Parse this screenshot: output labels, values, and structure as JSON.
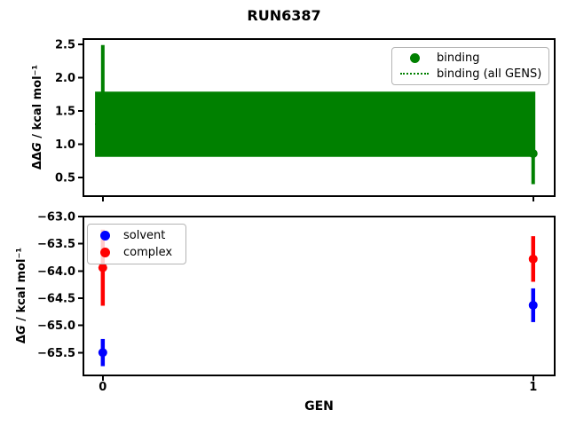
{
  "title": "RUN6387",
  "colors": {
    "binding": "#008000",
    "solvent": "#0000ff",
    "complex": "#ff0000",
    "axes": "#000000",
    "legend_border": "#b4b4b4",
    "background": "#ffffff"
  },
  "top_axes": {
    "ylabel_prefix": "ΔΔ",
    "ylabel_var": "G",
    "ylabel_rest": " / kcal mol⁻¹",
    "legend": {
      "position": "upper right",
      "entries": [
        {
          "label": "binding",
          "marker": "circle",
          "color": "#008000"
        },
        {
          "label": "binding (all GENS)",
          "marker": "dotted-line",
          "color": "#008000"
        }
      ]
    }
  },
  "bottom_axes": {
    "ylabel_prefix": "Δ",
    "ylabel_var": "G",
    "ylabel_rest": " / kcal mol⁻¹",
    "xlabel": "GEN",
    "legend": {
      "position": "upper left",
      "entries": [
        {
          "label": "solvent",
          "marker": "circle",
          "color": "#0000ff"
        },
        {
          "label": "complex",
          "marker": "circle",
          "color": "#ff0000"
        }
      ]
    }
  },
  "chart_data": [
    {
      "type": "scatter",
      "subplot": "top",
      "title": "RUN6387",
      "xlabel": "",
      "ylabel": "ΔΔG / kcal mol⁻¹",
      "x": [
        0,
        1
      ],
      "xlim": [
        -0.045,
        1.05
      ],
      "ylim": [
        0.22,
        2.58
      ],
      "yticks": [
        0.5,
        1.0,
        1.5,
        2.0,
        2.5
      ],
      "ytick_labels": [
        "0.5",
        "1.0",
        "1.5",
        "2.0",
        "2.5"
      ],
      "xticks": [
        0,
        1
      ],
      "xtick_labels": [],
      "grid": false,
      "legend_position": "upper right",
      "series": [
        {
          "name": "binding",
          "style": "errorbar",
          "color": "#008000",
          "y": [
            1.67,
            0.86
          ],
          "yerr": [
            0.82,
            0.46
          ],
          "marker_size": 10,
          "errorbar_linewidth": 4
        }
      ],
      "band": {
        "name": "binding (all GENS)",
        "color": "#008000",
        "line_style": "dotted",
        "line": 1.3,
        "lo": 0.81,
        "hi": 1.79,
        "x_range": [
          -0.018,
          1.005
        ]
      }
    },
    {
      "type": "scatter",
      "subplot": "bottom",
      "xlabel": "GEN",
      "ylabel": "ΔG / kcal mol⁻¹",
      "x": [
        0,
        1
      ],
      "xlim": [
        -0.045,
        1.05
      ],
      "ylim": [
        -65.92,
        -63.0
      ],
      "yticks": [
        -65.5,
        -65.0,
        -64.5,
        -64.0,
        -63.5,
        -63.0
      ],
      "ytick_labels": [
        "−65.5",
        "−65.0",
        "−64.5",
        "−64.0",
        "−63.5",
        "−63.0"
      ],
      "xticks": [
        0,
        1
      ],
      "xtick_labels": [
        "0",
        "1"
      ],
      "grid": false,
      "legend_position": "upper left",
      "series": [
        {
          "name": "solvent",
          "style": "errorbar",
          "color": "#0000ff",
          "y": [
            -65.5,
            -64.63
          ],
          "yerr": [
            0.25,
            0.31
          ],
          "marker_size": 10,
          "errorbar_linewidth": 4.5
        },
        {
          "name": "complex",
          "style": "errorbar",
          "color": "#ff0000",
          "y": [
            -63.94,
            -63.78
          ],
          "yerr": [
            0.7,
            0.42
          ],
          "marker_size": 10,
          "errorbar_linewidth": 4.5
        }
      ]
    }
  ]
}
